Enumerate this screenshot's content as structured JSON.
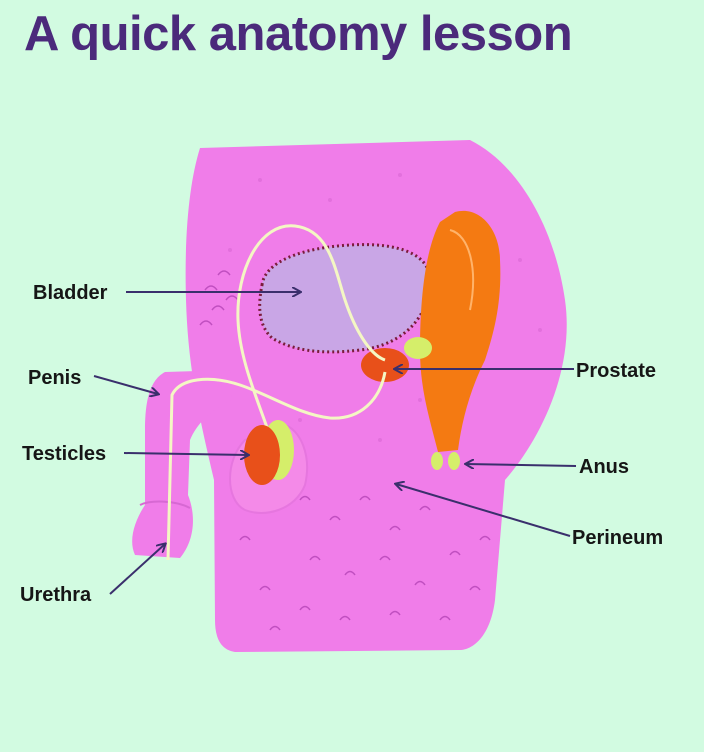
{
  "title": "A quick anatomy lesson",
  "colors": {
    "background": "#d2fbe1",
    "title": "#4b2a7b",
    "skin": "#f07de9",
    "bladder": "#c9a6e6",
    "organ_orange": "#f47a12",
    "prostate": "#e8501a",
    "gland_green": "#d5ee6a",
    "urethra_line": "#f4f7c4",
    "pointer": "#3a2f6c"
  },
  "labels": {
    "bladder": "Bladder",
    "penis": "Penis",
    "testicles": "Testicles",
    "urethra": "Urethra",
    "prostate": "Prostate",
    "anus": "Anus",
    "perineum": "Perineum"
  }
}
